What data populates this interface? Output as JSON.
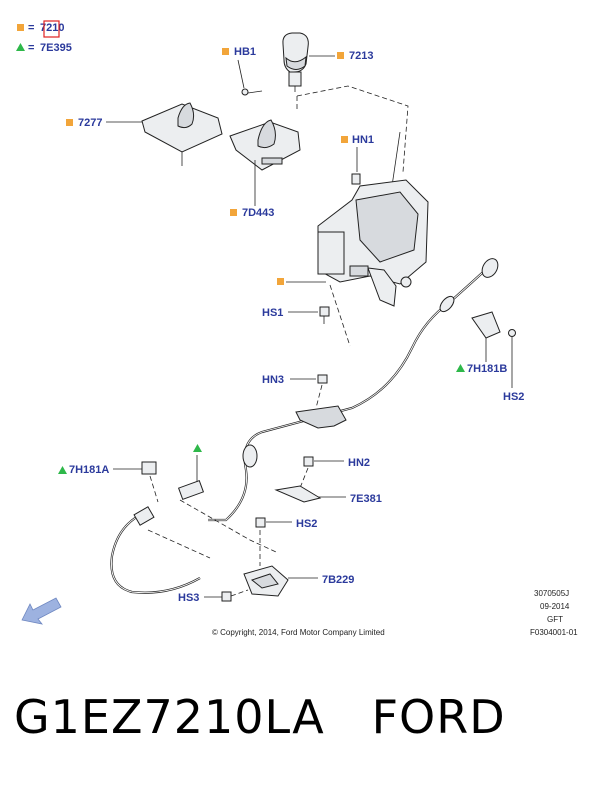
{
  "legend": {
    "square_code": "7210",
    "triangle_code": "7E395",
    "equals": "="
  },
  "callouts": {
    "hb1": "HB1",
    "p7213": "7213",
    "p7277": "7277",
    "hn1": "HN1",
    "p7d443": "7D443",
    "hs1": "HS1",
    "p7h181b": "7H181B",
    "hs2_right": "HS2",
    "hn3": "HN3",
    "hn2": "HN2",
    "p7h181a": "7H181A",
    "p7e381": "7E381",
    "hs2_mid": "HS2",
    "p7b229": "7B229",
    "hs3": "HS3"
  },
  "meta": {
    "code1": "3070505J",
    "code2": "09-2014",
    "code3": "GFT",
    "code4": "F0304001-01",
    "copyright": "© Copyright, 2014, Ford Motor Company Limited"
  },
  "footer": {
    "part_number": "G1EZ7210LA",
    "brand": "FORD"
  },
  "colors": {
    "label": "#2b3a9c",
    "square_marker": "#f2a53a",
    "triangle_marker": "#2eb84a",
    "highlight_box": "#e02020",
    "arrow": "#9db2e0"
  },
  "icons": {
    "square_marker": "orange-square-icon",
    "triangle_marker": "green-triangle-icon",
    "direction_arrow": "front-arrow-icon"
  }
}
